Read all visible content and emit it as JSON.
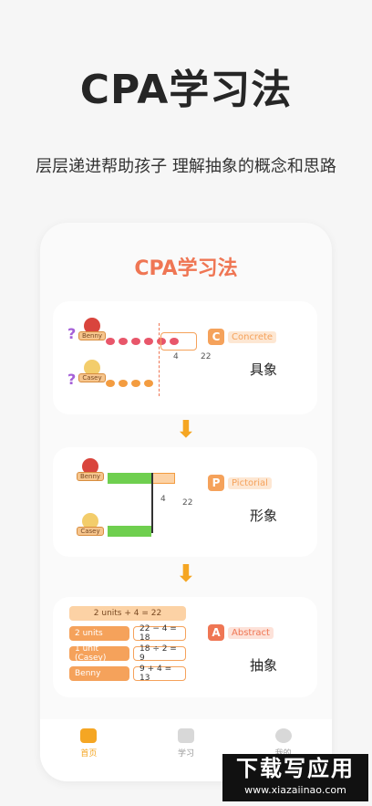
{
  "hero": {
    "title": "CPA学习法",
    "subtitle": "层层递进帮助孩子 理解抽象的概念和思路"
  },
  "card": {
    "title": "CPA学习法",
    "stages": [
      {
        "letter": "C",
        "english": "Concrete",
        "chinese": "具象",
        "color": "#f5a25b"
      },
      {
        "letter": "P",
        "english": "Pictorial",
        "chinese": "形象",
        "color": "#f5a25b"
      },
      {
        "letter": "A",
        "english": "Abstract",
        "chinese": "抽象",
        "color": "#ef7654"
      }
    ],
    "concrete": {
      "benny": "Benny",
      "casey": "Casey",
      "diff": "4",
      "total": "22"
    },
    "pictorial": {
      "benny": "Benny",
      "casey": "Casey",
      "diff": "4",
      "total": "22"
    },
    "abstract": {
      "top": "2 units + 4 = 22",
      "rows": [
        {
          "label": "2 units",
          "value": "22 − 4 = 18"
        },
        {
          "label": "1 unit (Casey)",
          "value": "18 ÷ 2 = 9"
        },
        {
          "label": "Benny",
          "value": "9 + 4 = 13"
        }
      ]
    }
  },
  "tabbar": {
    "items": [
      {
        "label": "首页",
        "active": true
      },
      {
        "label": "学习",
        "active": false
      },
      {
        "label": "我的",
        "active": false
      }
    ]
  },
  "watermark": {
    "main": "下载写应用",
    "url": "www.xiazaiinao.com"
  },
  "colors": {
    "accent": "#ef7654",
    "orange": "#f5a623",
    "green": "#6fcf4f",
    "purple": "#7a6fd6"
  }
}
